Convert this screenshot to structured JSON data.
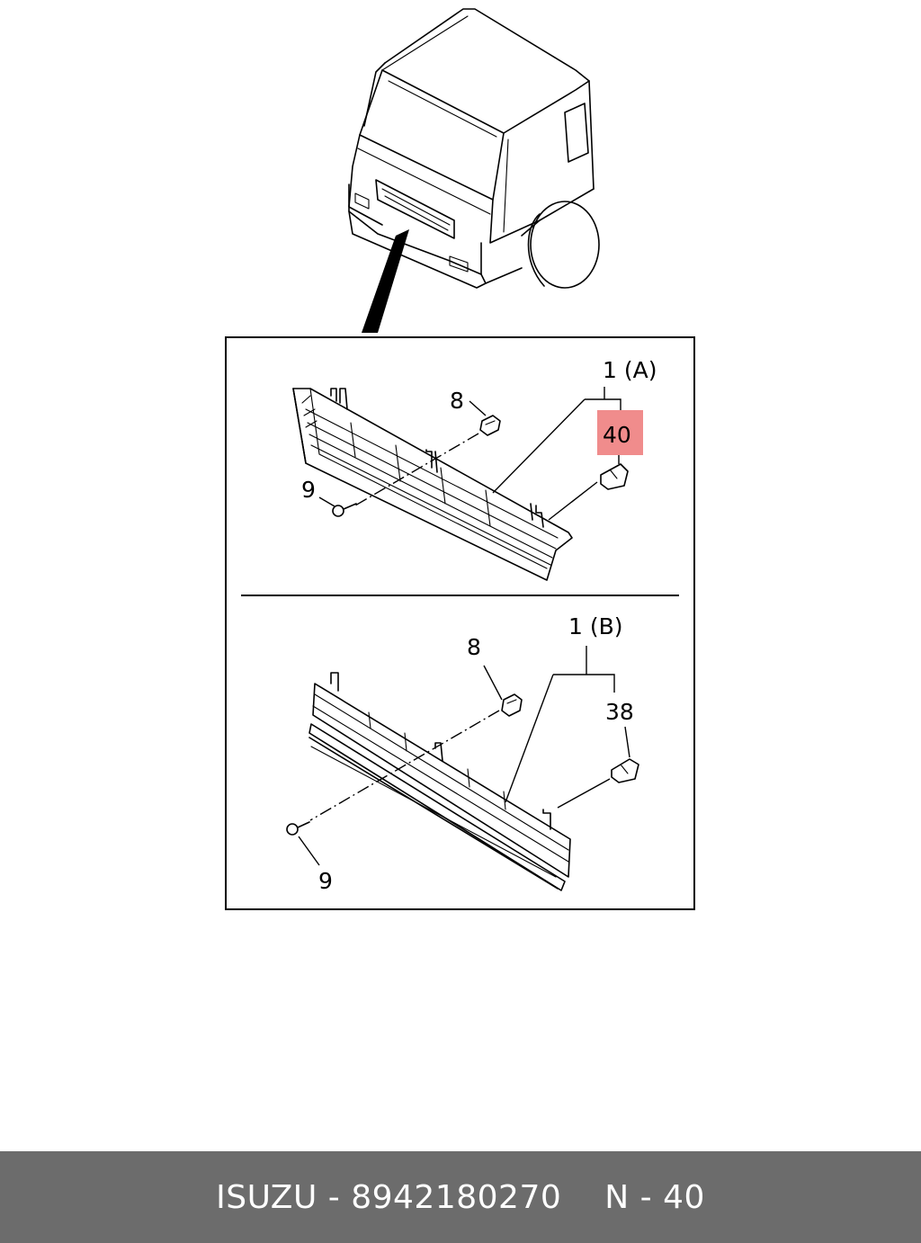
{
  "diagram": {
    "callouts": {
      "a_assembly": "1 (A)",
      "a_highlight": "40",
      "a_clip": "8",
      "a_screw": "9",
      "b_assembly": "1 (B)",
      "b_bracket": "38",
      "b_clip": "8",
      "b_screw": "9"
    },
    "highlight_color": "#f08c8c"
  },
  "footer": {
    "brand": "ISUZU",
    "separator": "-",
    "part_number": "8942180270",
    "page_label": "N - 40"
  }
}
